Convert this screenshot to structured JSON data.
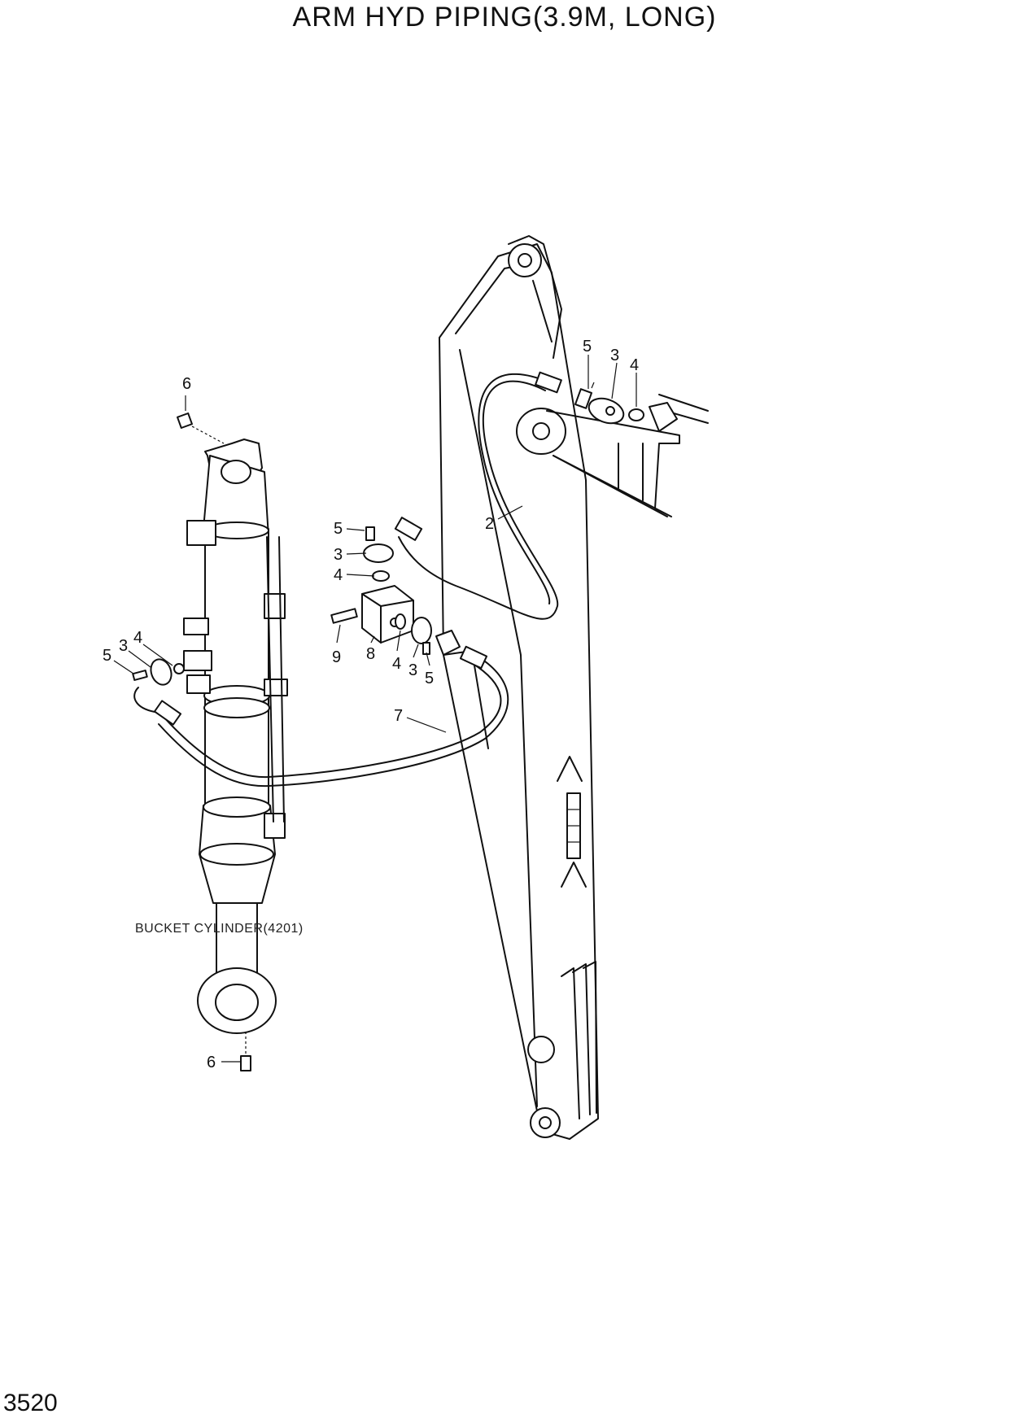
{
  "title": "ARM HYD PIPING(3.9M, LONG)",
  "page_number": "3520",
  "note": "BUCKET CYLINDER(4201)",
  "callouts": [
    "6",
    "5",
    "3",
    "4",
    "2",
    "5",
    "3",
    "4",
    "9",
    "8",
    "4",
    "3",
    "5",
    "5",
    "3",
    "4",
    "7",
    "6"
  ]
}
